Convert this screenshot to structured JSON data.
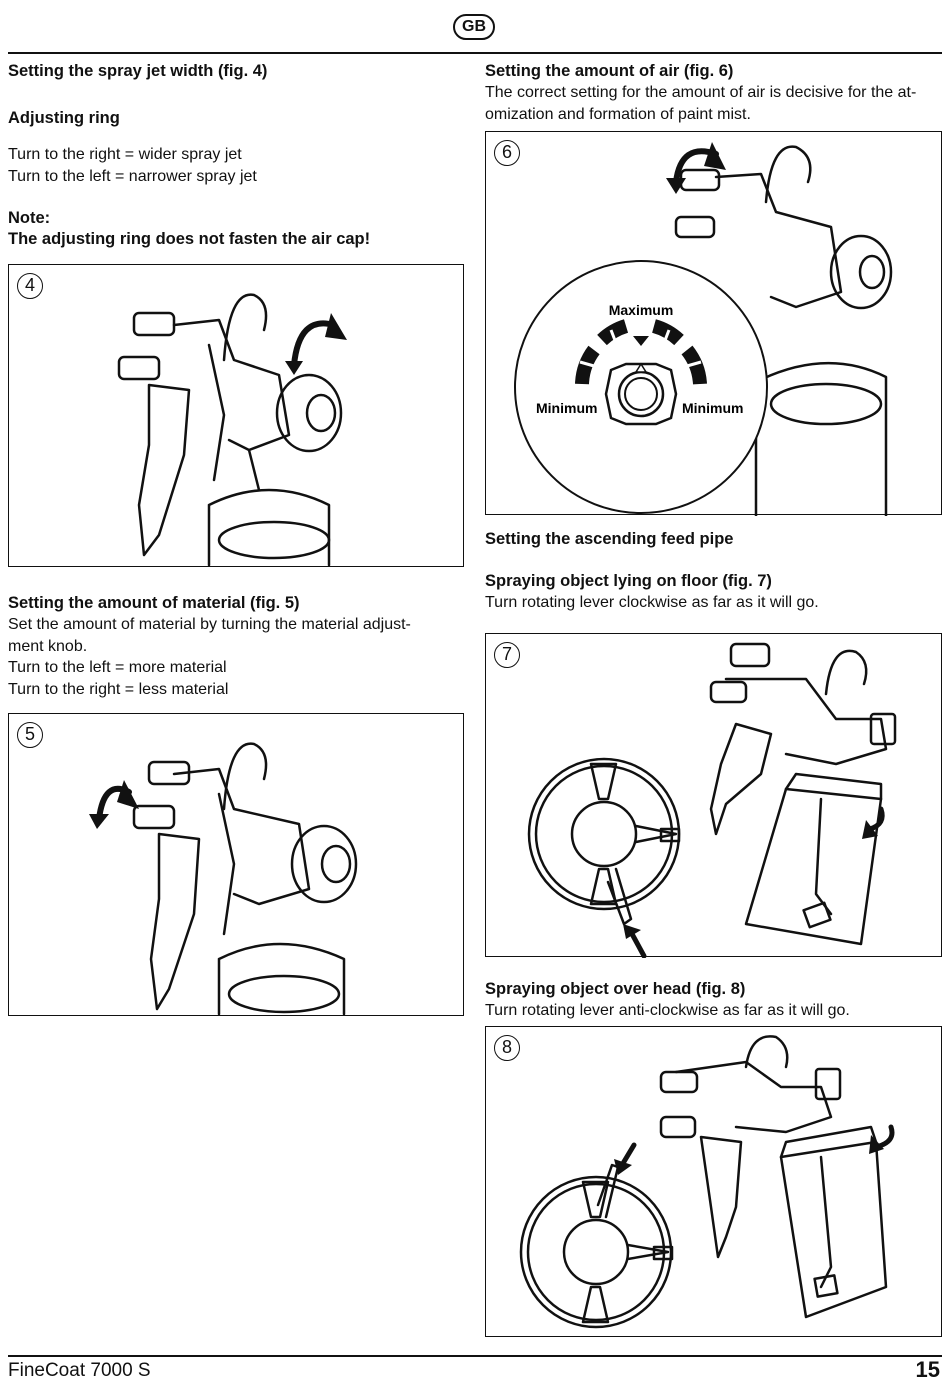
{
  "header": {
    "lang_badge": "GB"
  },
  "left": {
    "sec1_title": "Setting the spray jet width (fig. 4)",
    "sec1_sub": "Adjusting ring",
    "sec1_line1": "Turn to the right = wider spray jet",
    "sec1_line2": "Turn to the left = narrower spray jet",
    "note_label": "Note:",
    "note_text": "The adjusting ring does not fasten the air cap!",
    "fig4_num": "4",
    "sec2_title": "Setting the amount of material (fig. 5)",
    "sec2_line1": "Set the amount of material by turning the material adjust-",
    "sec2_line2": "ment knob.",
    "sec2_line3": "Turn to the left = more material",
    "sec2_line4": "Turn to the right = less material",
    "fig5_num": "5"
  },
  "right": {
    "sec3_title": "Setting the amount of air (fig. 6)",
    "sec3_line1": "The correct setting for the amount of air is decisive for the at-",
    "sec3_line2": "omization and formation of paint mist.",
    "fig6_num": "6",
    "dial_max": "Maximum",
    "dial_min_left": "Minimum",
    "dial_min_right": "Minimum",
    "sec4_title": "Setting the ascending feed pipe",
    "sec5_title": "Spraying object lying on floor (fig. 7)",
    "sec5_line1": "Turn rotating lever clockwise as far as it will go.",
    "fig7_num": "7",
    "sec6_title": "Spraying object over head (fig. 8)",
    "sec6_line1": "Turn rotating lever anti-clockwise as far as it will go.",
    "fig8_num": "8"
  },
  "footer": {
    "product": "FineCoat 7000 S",
    "page_number": "15"
  }
}
